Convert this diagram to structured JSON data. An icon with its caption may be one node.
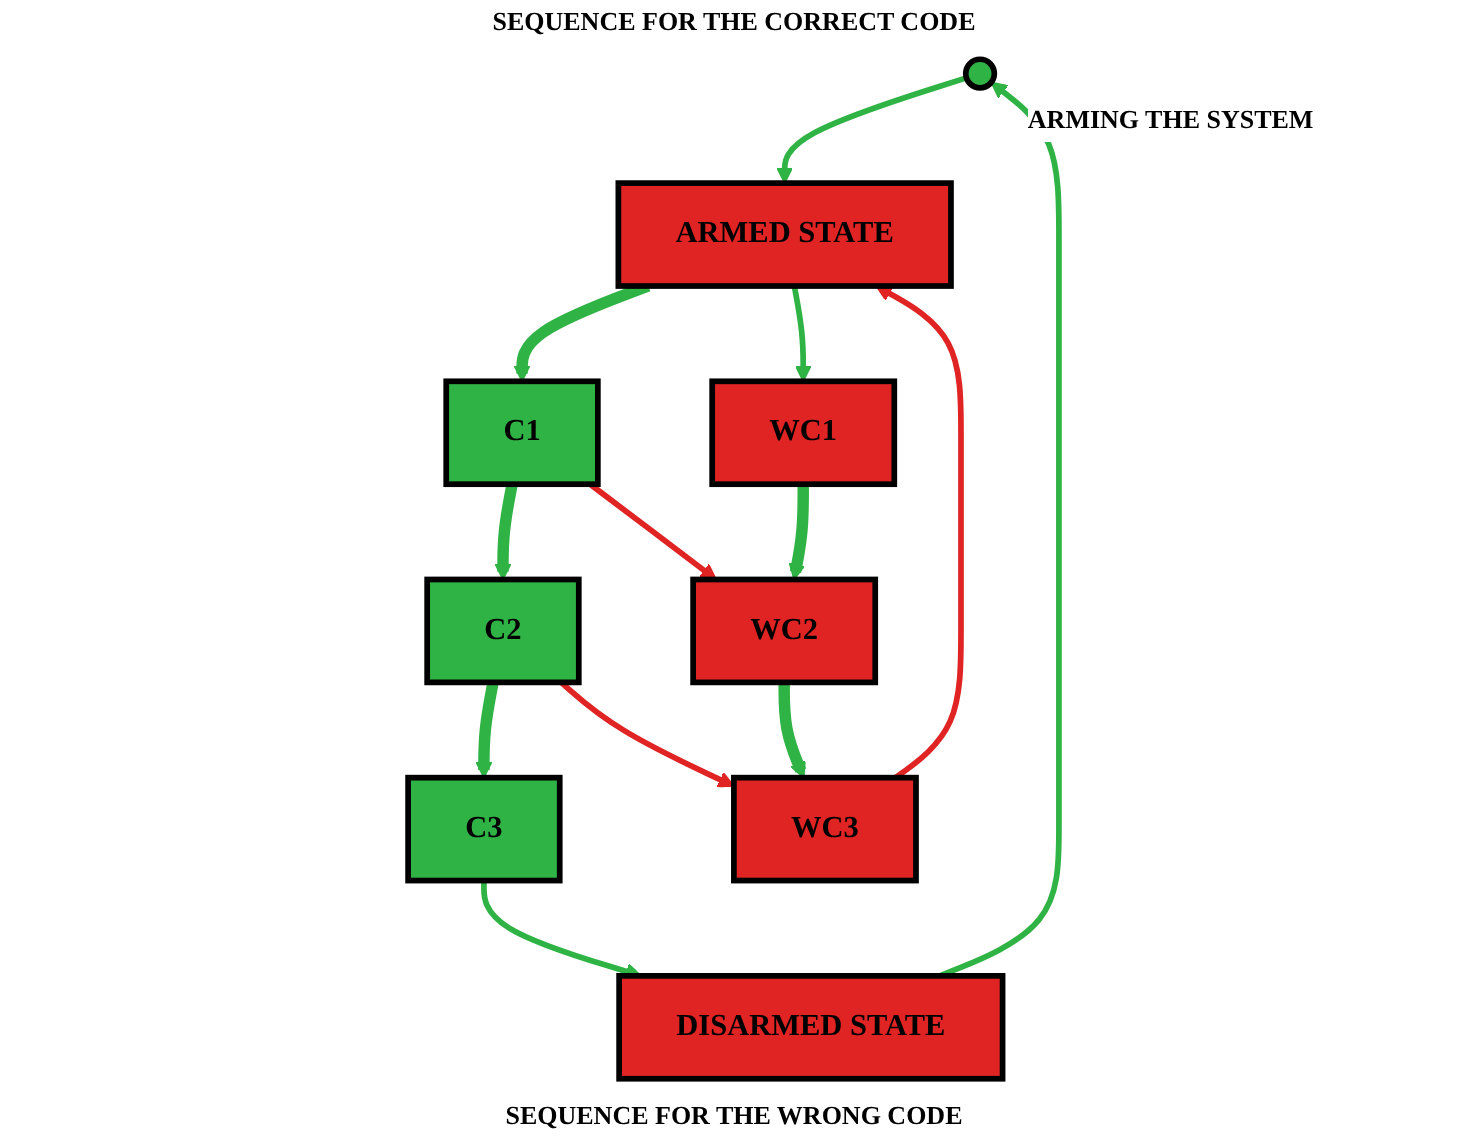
{
  "diagram": {
    "nodes": [
      {
        "text": [],
        "shape": "circle",
        "beside": [
          "ARMING THE SYSTEM"
        ]
      },
      {
        "text": [
          "ARMED STATE"
        ]
      },
      {
        "text": [
          "DISARMED STATE"
        ]
      },
      {
        "text": [
          "C1"
        ]
      },
      {
        "text": [
          "C2"
        ]
      },
      {
        "text": [
          "C3"
        ]
      },
      {
        "text": [
          "WC1"
        ]
      },
      {
        "text": [
          "WC2"
        ]
      },
      {
        "text": [
          "WC3"
        ]
      }
    ],
    "edges": [
      {
        "from": 0,
        "to": 1,
        "arrow": "to"
      },
      {
        "from": 2,
        "to": 0,
        "arrow": "to"
      },
      {
        "from": 1,
        "to": 3,
        "arrow": "to",
        "style": "thick"
      },
      {
        "from": 3,
        "to": 4,
        "arrow": "to",
        "style": "thick"
      },
      {
        "from": 4,
        "to": 5,
        "arrow": "to",
        "style": "thick"
      },
      {
        "from": 5,
        "to": 2,
        "arrow": "to"
      },
      {
        "from": 1,
        "to": 6,
        "arrow": "to"
      },
      {
        "from": 3,
        "to": 7,
        "arrow": "to",
        "color": "#e02424"
      },
      {
        "from": 4,
        "to": 8,
        "arrow": "to",
        "color": "#e02424"
      },
      {
        "from": 6,
        "to": 7,
        "arrow": "to",
        "style": "thick"
      },
      {
        "from": 7,
        "to": 8,
        "arrow": "to",
        "style": "thick"
      },
      {
        "from": 8,
        "to": 1,
        "arrow": "to",
        "color": "#e02424"
      }
    ],
    "labels": [
      "SEQUENCE FOR THE CORRECT CODE",
      "SEQUENCE FOR THE WRONG CODE"
    ]
  }
}
